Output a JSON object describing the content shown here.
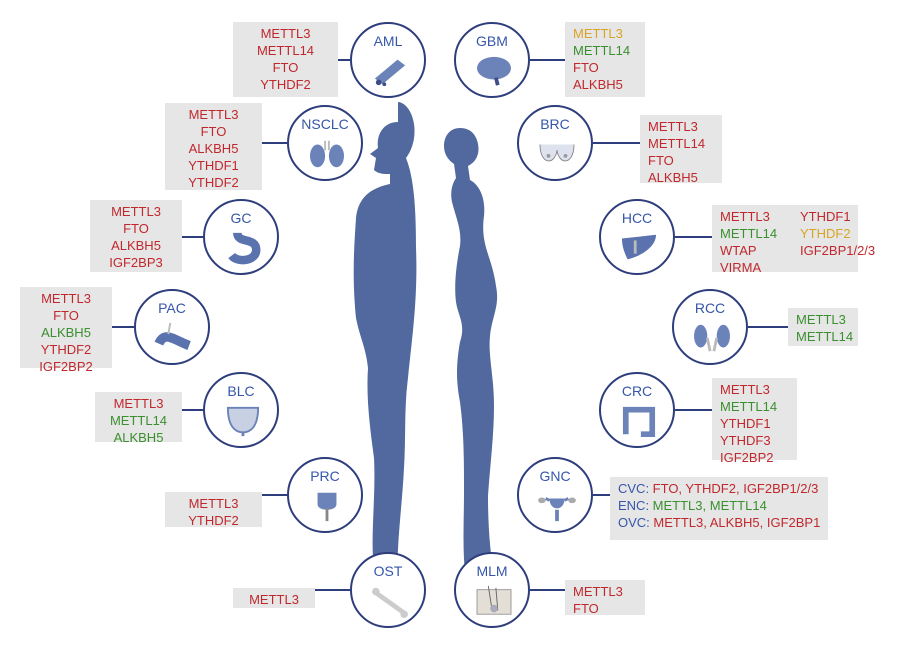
{
  "colors": {
    "red": "#c0282d",
    "green": "#3a8f2e",
    "yellow": "#d8a428",
    "blue": "#3656a8",
    "body": "#51699f"
  },
  "organs": [
    {
      "name": "AML",
      "icon": "blood-vessel-icon",
      "rows": [
        [
          {
            "t": "METTL3",
            "c": "red"
          }
        ],
        [
          {
            "t": "METTL14",
            "c": "red"
          }
        ],
        [
          {
            "t": "FTO",
            "c": "red"
          }
        ],
        [
          {
            "t": "YTHDF2",
            "c": "red"
          }
        ]
      ]
    },
    {
      "name": "GBM",
      "icon": "brain-icon",
      "rows": [
        [
          {
            "t": "METTL3",
            "c": "yellow"
          }
        ],
        [
          {
            "t": "METTL14",
            "c": "green"
          }
        ],
        [
          {
            "t": "FTO",
            "c": "red"
          }
        ],
        [
          {
            "t": "ALKBH5",
            "c": "red"
          }
        ]
      ]
    },
    {
      "name": "NSCLC",
      "icon": "lungs-icon",
      "rows": [
        [
          {
            "t": "METTL3",
            "c": "red"
          }
        ],
        [
          {
            "t": "FTO",
            "c": "red"
          }
        ],
        [
          {
            "t": "ALKBH5",
            "c": "red"
          }
        ],
        [
          {
            "t": "YTHDF1",
            "c": "red"
          }
        ],
        [
          {
            "t": "YTHDF2",
            "c": "red"
          }
        ]
      ]
    },
    {
      "name": "BRC",
      "icon": "breast-icon",
      "rows": [
        [
          {
            "t": "METTL3",
            "c": "red"
          }
        ],
        [
          {
            "t": "METTL14",
            "c": "red"
          }
        ],
        [
          {
            "t": "FTO",
            "c": "red"
          }
        ],
        [
          {
            "t": "ALKBH5",
            "c": "red"
          }
        ]
      ]
    },
    {
      "name": "GC",
      "icon": "stomach-icon",
      "rows": [
        [
          {
            "t": "METTL3",
            "c": "red"
          }
        ],
        [
          {
            "t": "FTO",
            "c": "red"
          }
        ],
        [
          {
            "t": "ALKBH5",
            "c": "red"
          }
        ],
        [
          {
            "t": "IGF2BP3",
            "c": "red"
          }
        ]
      ]
    },
    {
      "name": "HCC",
      "icon": "liver-icon",
      "rows": [
        [
          {
            "t": "METTL3",
            "c": "red"
          },
          {
            "t": "YTHDF1",
            "c": "red"
          }
        ],
        [
          {
            "t": "METTL14",
            "c": "green"
          },
          {
            "t": "YTHDF2",
            "c": "yellow"
          }
        ],
        [
          {
            "t": "WTAP",
            "c": "red"
          },
          {
            "t": "IGF2BP1/2/3",
            "c": "red"
          }
        ],
        [
          {
            "t": "VIRMA",
            "c": "red"
          }
        ]
      ]
    },
    {
      "name": "PAC",
      "icon": "pancreas-icon",
      "rows": [
        [
          {
            "t": "METTL3",
            "c": "red"
          }
        ],
        [
          {
            "t": "FTO",
            "c": "red"
          }
        ],
        [
          {
            "t": "ALKBH5",
            "c": "green"
          }
        ],
        [
          {
            "t": "YTHDF2",
            "c": "red"
          }
        ],
        [
          {
            "t": "IGF2BP2",
            "c": "red"
          }
        ]
      ]
    },
    {
      "name": "RCC",
      "icon": "kidneys-icon",
      "rows": [
        [
          {
            "t": "METTL3",
            "c": "green"
          }
        ],
        [
          {
            "t": "METTL14",
            "c": "green"
          }
        ]
      ]
    },
    {
      "name": "BLC",
      "icon": "bladder-icon",
      "rows": [
        [
          {
            "t": "METTL3",
            "c": "red"
          }
        ],
        [
          {
            "t": "METTL14",
            "c": "green"
          }
        ],
        [
          {
            "t": "ALKBH5",
            "c": "green"
          }
        ]
      ]
    },
    {
      "name": "CRC",
      "icon": "colon-icon",
      "rows": [
        [
          {
            "t": "METTL3",
            "c": "red"
          }
        ],
        [
          {
            "t": "METTL14",
            "c": "green"
          }
        ],
        [
          {
            "t": "YTHDF1",
            "c": "red"
          }
        ],
        [
          {
            "t": "YTHDF3",
            "c": "red"
          }
        ],
        [
          {
            "t": "IGF2BP2",
            "c": "red"
          }
        ]
      ]
    },
    {
      "name": "PRC",
      "icon": "prostate-icon",
      "rows": [
        [
          {
            "t": "METTL3",
            "c": "red"
          }
        ],
        [
          {
            "t": "YTHDF2",
            "c": "red"
          }
        ]
      ]
    },
    {
      "name": "GNC",
      "icon": "uterus-icon",
      "rows": [
        [
          {
            "t": "CVC: ",
            "c": "blue"
          },
          {
            "t": "FTO, YTHDF2, IGF2BP1/2/3",
            "c": "red"
          }
        ],
        [
          {
            "t": "ENC: ",
            "c": "blue"
          },
          {
            "t": "METTL3, METTL14",
            "c": "green"
          }
        ],
        [
          {
            "t": "OVC: ",
            "c": "blue"
          },
          {
            "t": "METTL3, ALKBH5, IGF2BP1",
            "c": "red"
          }
        ]
      ]
    },
    {
      "name": "OST",
      "icon": "bone-icon",
      "rows": [
        [
          {
            "t": "METTL3",
            "c": "red"
          }
        ]
      ]
    },
    {
      "name": "MLM",
      "icon": "skin-icon",
      "rows": [
        [
          {
            "t": "METTL3",
            "c": "red"
          }
        ],
        [
          {
            "t": "FTO",
            "c": "red"
          }
        ]
      ]
    }
  ]
}
